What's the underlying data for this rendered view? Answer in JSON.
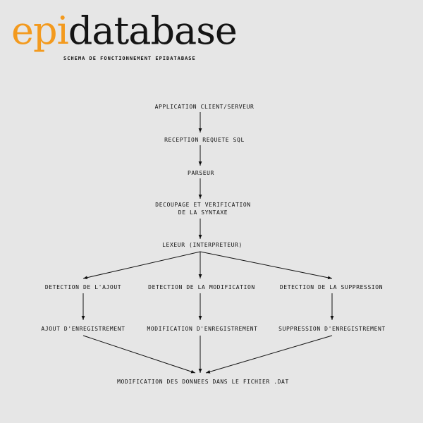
{
  "logo": {
    "part_orange": "epi",
    "part_black": "database"
  },
  "subtitle": "SCHEMA DE FONCTIONNEMENT EPIDATABASE",
  "colors": {
    "brand_orange": "#f39a1e",
    "text": "#111111",
    "background": "#e6e6e6"
  },
  "nodes": {
    "app": "APPLICATION CLIENT/SERVEUR",
    "reception": "RECEPTION REQUETE SQL",
    "parseur": "PARSEUR",
    "decoupage_line1": "DECOUPAGE ET VERIFICATION",
    "decoupage_line2": "DE LA SYNTAXE",
    "lexeur": "LEXEUR (INTERPRETEUR)",
    "det_ajout": "DETECTION DE L'AJOUT",
    "det_modif": "DETECTION DE LA MODIFICATION",
    "det_suppr": "DETECTION DE LA SUPPRESSION",
    "ajout": "AJOUT D'ENREGISTREMENT",
    "modif": "MODIFICATION D'ENREGISTREMENT",
    "suppr": "SUPPRESSION D'ENREGISTREMENT",
    "final": "MODIFICATION DES DONNEES DANS LE FICHIER .DAT"
  }
}
